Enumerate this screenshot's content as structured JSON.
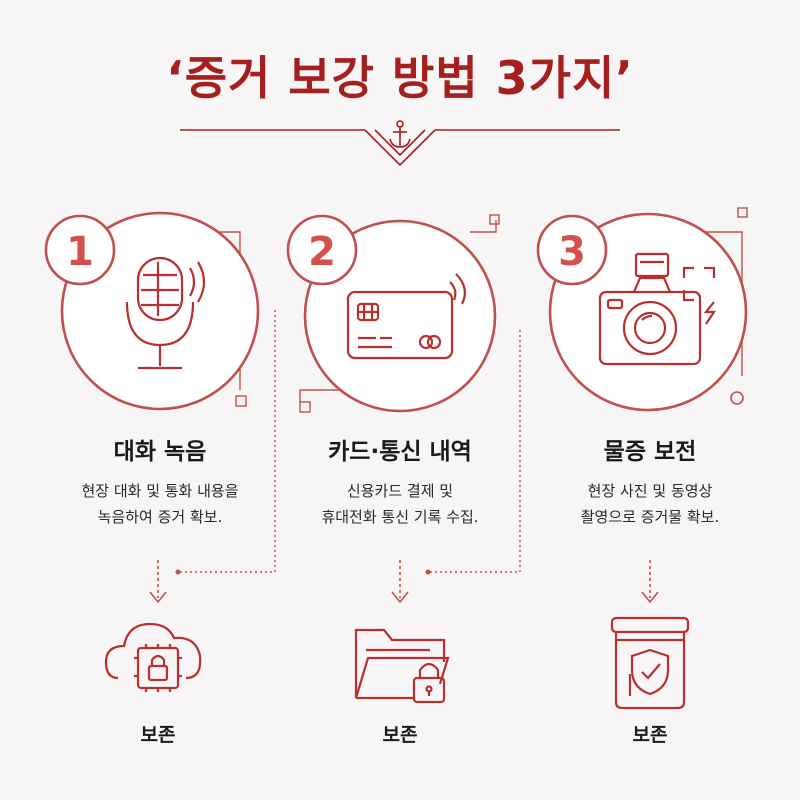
{
  "title": "‘증거 보강 방법 3가지’",
  "icons": {
    "header": "anchor-icon",
    "step1": "microphone-icon",
    "step2": "credit-card-icon",
    "step3": "camera-icon",
    "keep1": "cloud-lock-chip-icon",
    "keep2": "folder-lock-icon",
    "keep3": "shield-check-jar-icon"
  },
  "colors": {
    "accent": "#a51f1f",
    "line": "#c0504d",
    "badge": "#d4504b"
  },
  "steps": [
    {
      "number": "1",
      "title": "대화 녹음",
      "desc_line1": "현장 대화 및 통화 내용을",
      "desc_line2": "녹음하여 증거 확보."
    },
    {
      "number": "2",
      "title": "카드·통신 내역",
      "desc_line1": "신용카드 결제 및",
      "desc_line2": "휴대전화 통신 기록 수집."
    },
    {
      "number": "3",
      "title": "물증 보전",
      "desc_line1": "현장 사진 및 동영상",
      "desc_line2": "촬영으로 증거물 확보."
    }
  ],
  "keep": [
    {
      "label": "보존"
    },
    {
      "label": "보존"
    },
    {
      "label": "보존"
    }
  ]
}
